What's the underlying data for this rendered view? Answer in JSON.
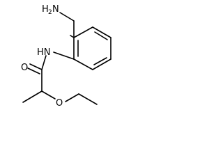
{
  "molecule": {
    "atoms": {
      "amine": {
        "main": "H",
        "sub": "2",
        "tail": "N"
      },
      "amide_nh": "HN",
      "carbonyl_o": "O",
      "ether_o": "O"
    }
  }
}
